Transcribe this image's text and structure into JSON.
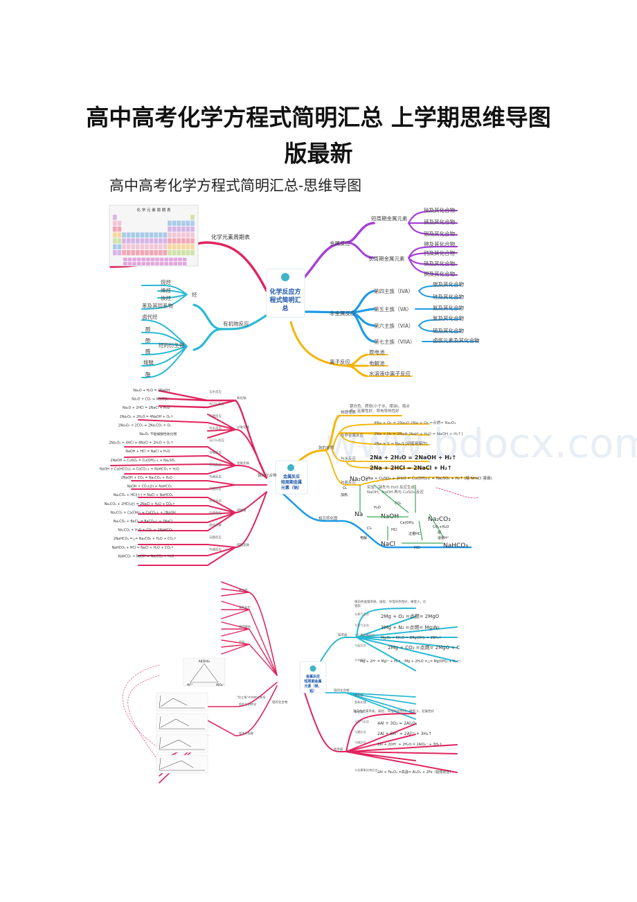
{
  "document": {
    "title_line1": "高中高考化学方程式简明汇总 上学期思维导图",
    "title_line2": "版最新",
    "subtitle": "高中高考化学方程式简明汇总-思维导图"
  },
  "map1": {
    "center": [
      "化学反应方",
      "程式简明汇",
      "总"
    ],
    "left_top": "化学元素周期表",
    "pt_title": "化 学 元 素 周 期 表",
    "metal": {
      "label": "金属反应",
      "short": {
        "label": "短周期金属元素",
        "items": [
          "钠及其化合物",
          "镁及其化合物",
          "铝及其化合物"
        ]
      },
      "long": {
        "label": "长周期金属元素",
        "items": [
          "钾及其化合物",
          "钙及其化合物",
          "铁及其化合物",
          "铜及其化合物"
        ]
      }
    },
    "nonmetal": {
      "label": "非金属反应",
      "groups": [
        {
          "label": "第四主族（IVA）",
          "items": [
            "碳及其化合物",
            "硅及其化合物"
          ]
        },
        {
          "label": "第五主族（VA）",
          "items": [
            "氮及其化合物"
          ]
        },
        {
          "label": "第六主族（VIA）",
          "items": [
            "氧及其化合物",
            "硫及其化合物"
          ]
        },
        {
          "label": "第七主族（VIIA）",
          "items": [
            "卤族元素及其化合物"
          ]
        }
      ]
    },
    "ion": {
      "label": "离子反应",
      "items": [
        "原电池",
        "电解池",
        "水溶液中离子反应"
      ]
    },
    "organic": {
      "label": "有机物反应",
      "hydrocarbon": {
        "label": "烃",
        "items": [
          "烷烃",
          "烯烃",
          "炔烃",
          "苯及其同系物"
        ]
      },
      "derivative": {
        "label": "烃的衍生物",
        "items": [
          "卤代烃",
          "醇",
          "酚",
          "醛",
          "羧酸",
          "酯"
        ]
      }
    }
  },
  "map2": {
    "center": [
      "金属反应",
      "短周期金属",
      "元素（钠）"
    ],
    "single": "钠的单质",
    "props": "物理性质",
    "props_text": [
      "银白色、质软(小于水、煤油)、熔点",
      "低、延展性好、导电导热性好"
    ],
    "react_nonmetal": "与非金属反应",
    "react_water": "与水反应",
    "react_salt": "与盐反应",
    "relation": "相互转化图",
    "eq_nonmetal": [
      "4Na + O₂ = 2Na₂O  2Na + O₂ =点燃= Na₂O₂",
      "2Na + H₂ = 2NaH  [NaH + H₂O = NaOH + H₂↑]",
      "2Na + S = Na₂S  [研磨易爆炸]"
    ],
    "eq_water": [
      "2Na + 2H₂O = 2NaOH + H₂↑",
      "2Na + 2HCl = 2NaCl + H₂↑"
    ],
    "eq_salt": [
      "2Na + CuSO₄ + 2H₂O = Cu(OH)₂↓ + Na₂SO₄ + H₂↑ (熔 NH₄Cl 溶液)",
      "实验：钠先与 H₂O 反应生成",
      "NaOH，NaOH 再与 CuSO₄ 反应"
    ],
    "compound": "钠的化合物",
    "left_labels": [
      "与水反应",
      "与CO₂反应",
      "与酸反应",
      "与水反应",
      "与CO₂反应",
      "与酸反应",
      "与盐反应",
      "与碱反应",
      "与酸反应",
      "与盐反应",
      "与碱反应",
      "受热分解",
      "与酸反应",
      "与碱反应"
    ],
    "left_groups": [
      "氧化钠",
      "过氧化钠",
      "氢氧化钠",
      "碳酸钠",
      "碳酸氢钠"
    ],
    "left_eqs": [
      "Na₂O + H₂O = 2NaOH",
      "Na₂O + CO₂ = Na₂CO₃",
      "Na₂O + 2HCl = 2NaCl + H₂O",
      "2Na₂O₂ + 2H₂O = 4NaOH + O₂↑",
      "2Na₂O₂ + 2CO₂ = 2Na₂CO₃ + O₂",
      "Na₂O₂ 不能被酸性氧化物",
      "2Na₂O₂ + 4HCl = 4NaCl + 2H₂O + O₂↑",
      "NaOH + HCl = NaCl + H₂O",
      "2NaOH + CuSO₄ = Cu(OH)₂↓ + Na₂SO₄",
      "NaOH + Ca(HCO₃)₂ = CaCO₃↓ + NaHCO₃ + H₂O",
      "2NaOH + CO₂ = Na₂CO₃ + H₂O",
      "NaOH + CO₂(过) = NaHCO₃",
      "Na₂CO₃ + HCl(少) = NaCl + NaHCO₃",
      "Na₂CO₃ + 2HCl(过) = 2NaCl + H₂O + CO₂↑",
      "Na₂CO₃ + Ca(OH)₂ = CaCO₃↓ + 2NaOH",
      "Na₂CO₃ + BaCl₂ = BaCO₃↓ + 2NaCl",
      "Na₂CO₃ + H₂O + CO₂ = 2NaHCO₃",
      "2NaHCO₃ =△= Na₂CO₃ + H₂O + CO₂↑",
      "NaHCO₃ + HCl = NaCl + H₂O + CO₂↑",
      "NaHCO₃ + NaOH = Na₂CO₃ + H₂O"
    ],
    "cycle": [
      "Na₂O₂",
      "O₂",
      "加热",
      "Na",
      "H₂O",
      "NaOH",
      "CO₂",
      "Ca(OH)₂",
      "Na₂CO₃",
      "HCl",
      "Cl₂",
      "电解",
      "NaCl",
      "过量HCl",
      "CO₂+H₂O",
      "或",
      "适量H⁺",
      "NaHCO₃",
      "HCl"
    ],
    "watermark": "www.bdocx.com"
  },
  "map3": {
    "center": [
      "金属反应",
      "短周期金属",
      "元素（镁、",
      "铝）"
    ],
    "mg": "镁单质",
    "al": "铝单质",
    "mg_compound": "镁的化合物",
    "al_compound": "铝的化合物",
    "mg_props": [
      "银白色金属单质，质轻、导电导热性好，硬度小，比",
      "铝软"
    ],
    "al_props": [
      "银白色金属单质，质轻，导电导热性好，硬度小，延展性好"
    ],
    "mg_labels": [
      "与氧气反应",
      "与氮气反应",
      "与二氧化碳反应",
      "与盐反应",
      "与水反应"
    ],
    "mg_eqs": [
      "2Mg + O₂ =点燃= 2MgO",
      "3Mg + N₂ =点燃= Mg₃N₂",
      "Mg₃N₂ + 6H₂O = 3Mg(OH)₂ + 2NH₃↑",
      "2Mg + CO₂ =点燃= 2MgO + C",
      "Mg + 2H⁺ = Mg²⁺ + H₂↑ （Mg + 2H₂O =△= Mg(OH)₂ + H₂↑）"
    ],
    "al_labels": [
      "与氧气反应",
      "与酸反应",
      "与碱反应",
      "与金属氧化物反应"
    ],
    "al_eqs": [
      "4Al + 3O₂ = 2Al₂O₃",
      "2Al + 6H⁺ = 2Al³⁺ + 3H₂↑",
      "2Al + 2OH⁻ + 2H₂O = 2AlO₂⁻ + 3H₂↑",
      "2Al + Fe₂O₃ =高温= Al₂O₃ + 2Fe（铝热反应）"
    ],
    "mid_labels": [
      "氧化镁",
      "氢氧化镁",
      "氯化镁"
    ],
    "left_groups": [
      "氧化铝",
      "氢氧化铝",
      "偏铝酸钠",
      "铝盐",
      "铝的三角转化",
      "\"铝三角\"中的转化关系",
      "相关的图像"
    ],
    "triangle": [
      "Al(OH)₃",
      "Al³⁺",
      "AlO₂⁻"
    ]
  }
}
